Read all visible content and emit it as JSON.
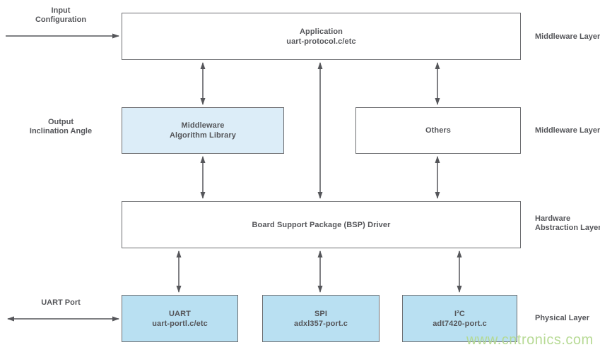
{
  "boxes": {
    "application": {
      "title": "Application",
      "subtitle": "uart-protocol.c/etc"
    },
    "middleware_library": {
      "title": "Middleware",
      "subtitle": "Algorithm Library"
    },
    "others": {
      "title": "Others"
    },
    "bsp": {
      "title": "Board Support Package (BSP) Driver"
    },
    "uart": {
      "title": "UART",
      "subtitle": "uart-portl.c/etc"
    },
    "spi": {
      "title": "SPI",
      "subtitle": "adxl357-port.c"
    },
    "i2c": {
      "title": "I²C",
      "subtitle": "adt7420-port.c"
    }
  },
  "left_labels": {
    "input": "Input\nConfiguration",
    "output": "Output\nInclination Angle",
    "uart_port": "UART Port"
  },
  "right_labels": {
    "middleware_top": "Middleware Layer",
    "middleware_mid": "Middleware Layer",
    "hardware_abstraction": "Hardware\nAbstraction Layer",
    "physical": "Physical Layer"
  },
  "watermark": "www.cntronics.com",
  "colors": {
    "box_border": "#6d6e71",
    "text": "#55565a",
    "arrow": "#55565a",
    "box_fill_light_blue": "#dcedf8",
    "box_fill_blue": "#b9e0f2",
    "watermark_green": "#b4d990",
    "background": "#ffffff"
  }
}
